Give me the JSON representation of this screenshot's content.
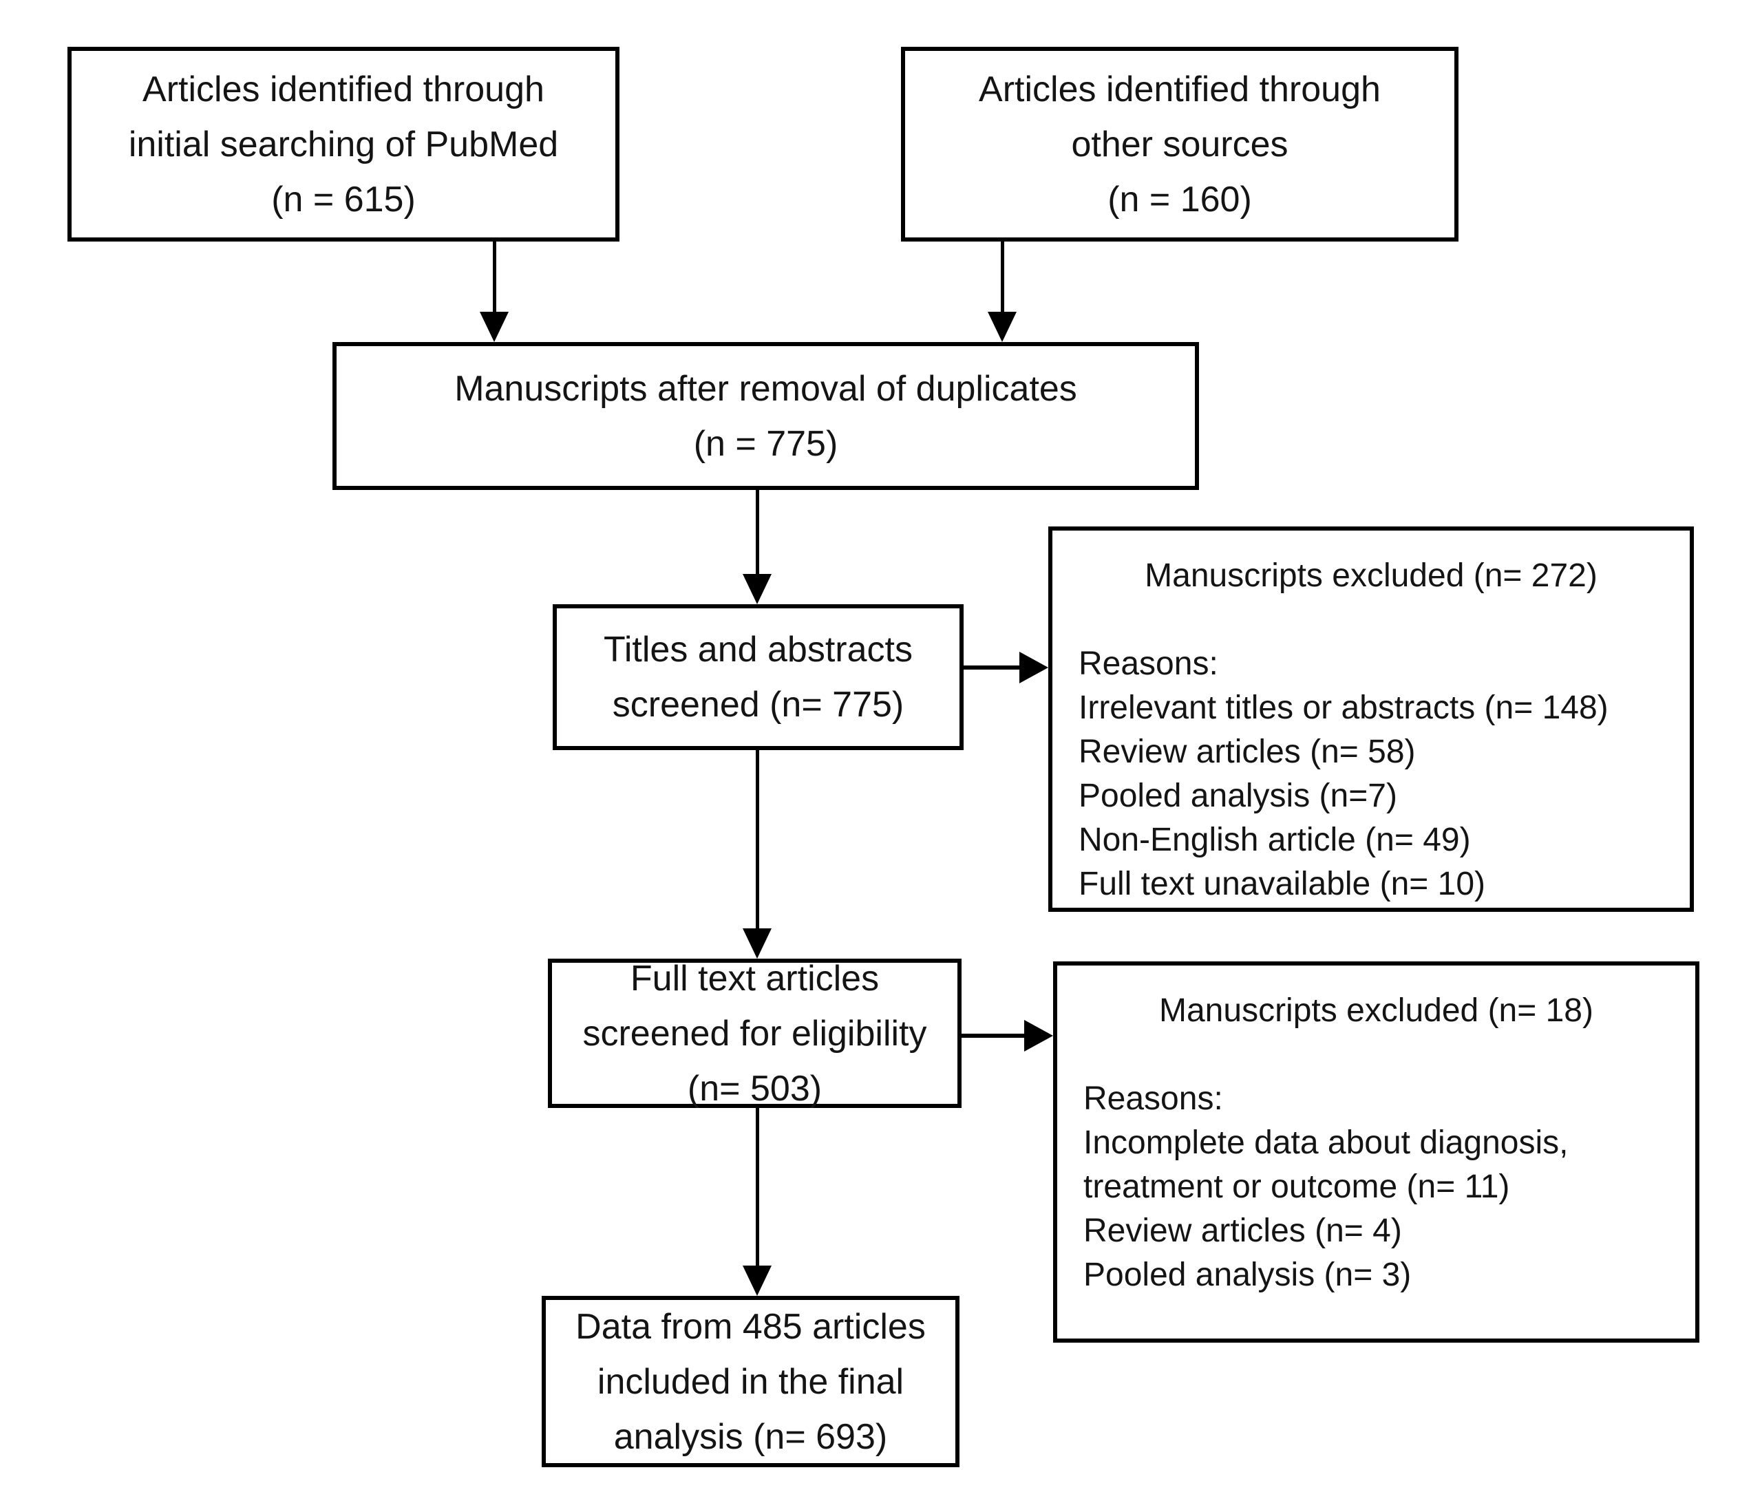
{
  "diagram": {
    "title": "Literature screening flow diagram",
    "colors": {
      "border": "#000000",
      "text": "#141414",
      "background": "#ffffff"
    },
    "nodes": {
      "pubmed": {
        "lines": [
          "Articles identified through",
          "initial searching of PubMed",
          "(n = 615)"
        ]
      },
      "other": {
        "lines": [
          "Articles identified through",
          "other sources",
          "(n = 160)"
        ]
      },
      "duplicates": {
        "lines": [
          "Manuscripts after removal of duplicates",
          "(n = 775)"
        ]
      },
      "titles": {
        "lines": [
          "Titles and abstracts",
          "screened (n= 775)"
        ]
      },
      "excluded1": {
        "title": "Manuscripts excluded (n= 272)",
        "reasons_label": "Reasons:",
        "reasons": [
          "Irrelevant titles or abstracts (n= 148)",
          "Review articles (n= 58)",
          "Pooled analysis (n=7)",
          "Non-English article (n= 49)",
          "Full text unavailable (n= 10)"
        ]
      },
      "fulltext": {
        "lines": [
          "Full text articles",
          "screened for eligibility",
          "(n= 503)"
        ]
      },
      "excluded2": {
        "title": "Manuscripts excluded (n= 18)",
        "reasons_label": "Reasons:",
        "reasons": [
          "Incomplete data about diagnosis,",
          "treatment or outcome (n= 11)",
          "Review articles (n= 4)",
          "Pooled analysis (n= 3)"
        ]
      },
      "final": {
        "lines": [
          "Data from 485 articles",
          "included in the final",
          "analysis (n= 693)"
        ]
      }
    }
  }
}
